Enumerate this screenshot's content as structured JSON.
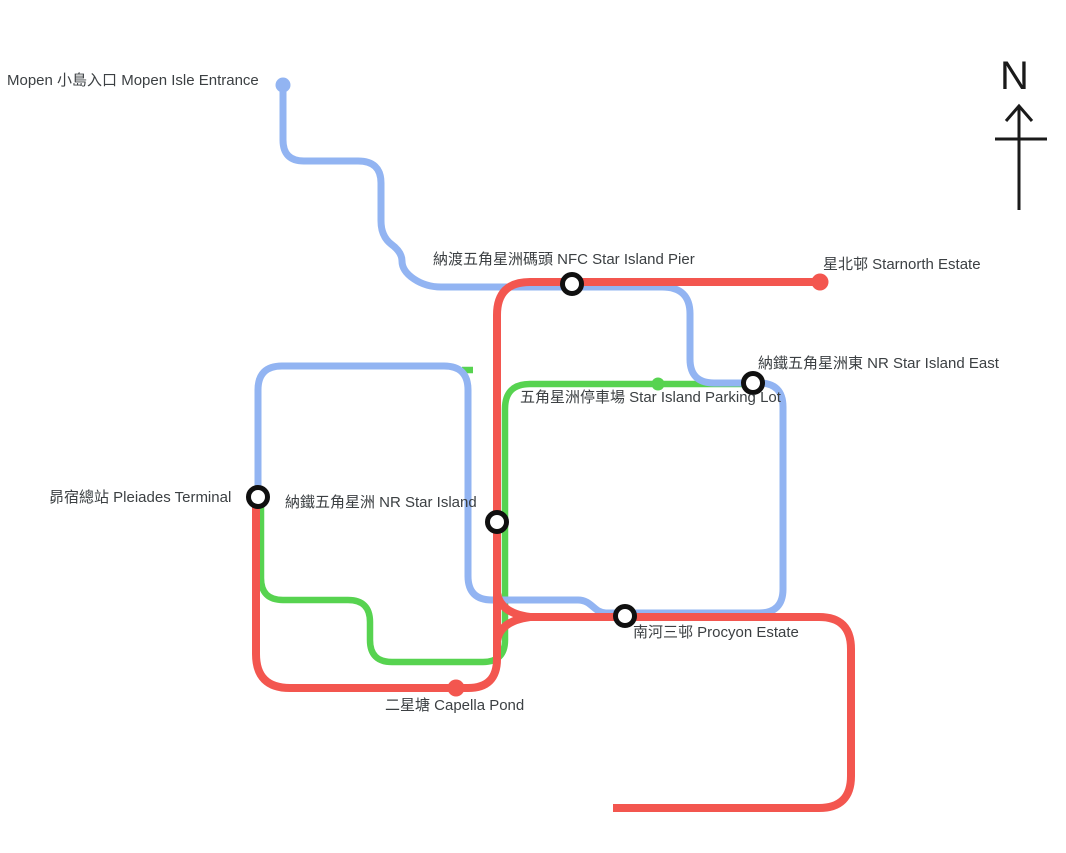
{
  "map": {
    "compass": {
      "label": "N"
    },
    "lines": [
      {
        "id": "blue",
        "color": "#92b4f2"
      },
      {
        "id": "red",
        "color": "#f3564f"
      },
      {
        "id": "green",
        "color": "#57d350"
      }
    ],
    "stations": [
      {
        "id": "mopen-isle-entrance",
        "label": "Mopen 小島入口 Mopen Isle Entrance",
        "marker": "terminus",
        "line": "blue"
      },
      {
        "id": "nfc-star-island-pier",
        "label": "納渡五角星洲碼頭 NFC Star Island Pier",
        "marker": "interchange"
      },
      {
        "id": "starnorth-estate",
        "label": "星北邨 Starnorth Estate",
        "marker": "terminus",
        "line": "red"
      },
      {
        "id": "nr-star-island-east",
        "label": "納鐵五角星洲東 NR Star Island East",
        "marker": "interchange"
      },
      {
        "id": "star-island-parking-lot",
        "label": "五角星洲停車場 Star Island Parking Lot",
        "marker": "stop",
        "line": "green"
      },
      {
        "id": "pleiades-terminal",
        "label": "昴宿總站 Pleiades Terminal",
        "marker": "interchange"
      },
      {
        "id": "nr-star-island",
        "label": "納鐵五角星洲 NR Star Island",
        "marker": "interchange"
      },
      {
        "id": "procyon-estate",
        "label": "南河三邨 Procyon Estate",
        "marker": "interchange"
      },
      {
        "id": "capella-pond",
        "label": "二星塘 Capella Pond",
        "marker": "stop",
        "line": "red"
      }
    ]
  }
}
